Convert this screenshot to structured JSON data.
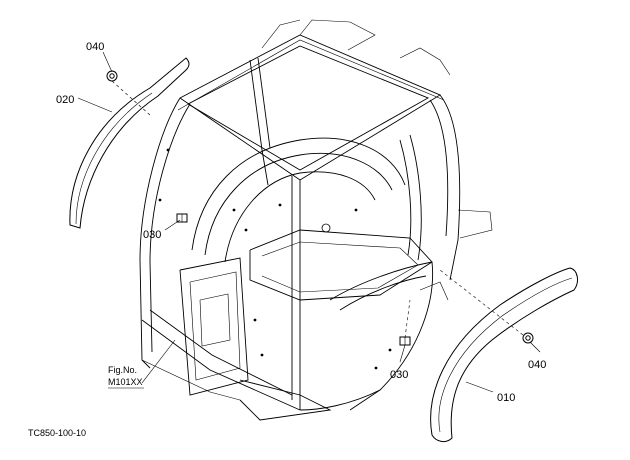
{
  "diagram": {
    "callouts": [
      {
        "id": "040-top",
        "text": "040"
      },
      {
        "id": "020",
        "text": "020"
      },
      {
        "id": "030-left",
        "text": "030"
      },
      {
        "id": "040-right",
        "text": "040"
      },
      {
        "id": "030-bottom",
        "text": "030"
      },
      {
        "id": "010",
        "text": "010"
      }
    ],
    "figure_ref": {
      "line1": "Fig.No.",
      "line2": "M101XX"
    },
    "drawing_code": "TC850-100-10"
  }
}
